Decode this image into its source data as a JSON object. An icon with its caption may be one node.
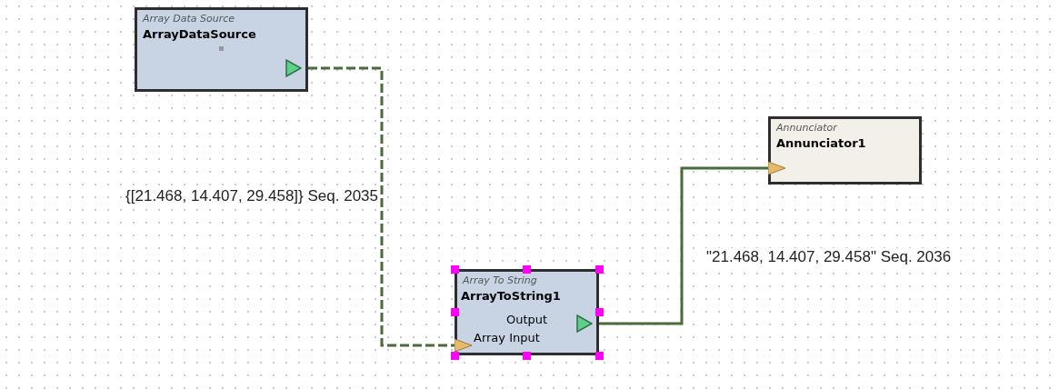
{
  "diagram": {
    "nodes": [
      {
        "text": [
          "Array Data Source",
          "ArrayDataSource"
        ]
      },
      {
        "text": [
          "Annunciator",
          "Annunciator1"
        ]
      },
      {
        "text": [
          "Array To String",
          "ArrayToString1",
          "Output",
          "Array Input"
        ]
      }
    ],
    "edges": [
      {
        "from": 0,
        "to": 2,
        "arrow": "to",
        "style": "dashed",
        "label": "{[21.468, 14.407, 29.458]} Seq. 2035"
      },
      {
        "from": 2,
        "to": 1,
        "arrow": "to",
        "label": "\"21.468, 14.407, 29.458\" Seq. 2036"
      }
    ]
  }
}
